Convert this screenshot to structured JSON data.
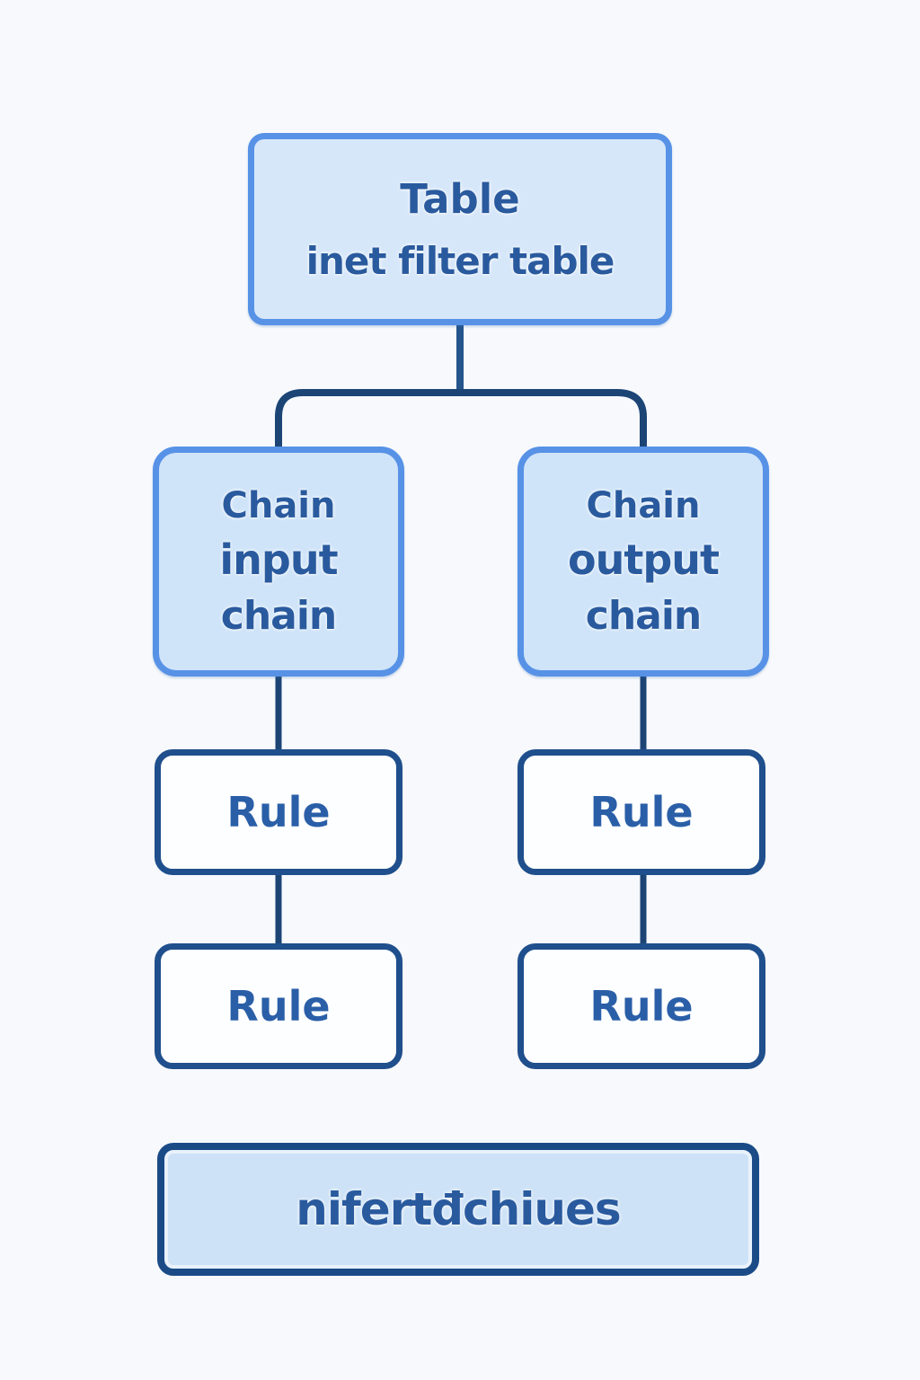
{
  "diagram": {
    "title_semantics": "nftables table / chains / rules hierarchy",
    "colors": {
      "background": "#f7f9fc",
      "box_fill_light_blue": "#d6e7fa",
      "border_bright_blue": "#5792e6",
      "border_dark_navy": "#1f4f8c",
      "connector_navy": "#1c4576",
      "text_blue": "#2a5a9e"
    },
    "nodes": {
      "table": {
        "line1": "Table",
        "line2": "inet filter table"
      },
      "chain_input": {
        "line1": "Chain",
        "line2": "input",
        "line3": "chain"
      },
      "chain_output": {
        "line1": "Chain",
        "line2": "output",
        "line3": "chain"
      },
      "rule_input_1": {
        "label": "Rule"
      },
      "rule_input_2": {
        "label": "Rule"
      },
      "rule_output_1": {
        "label": "Rule"
      },
      "rule_output_2": {
        "label": "Rule"
      },
      "footer": {
        "label": "nifertđchiues"
      }
    }
  }
}
